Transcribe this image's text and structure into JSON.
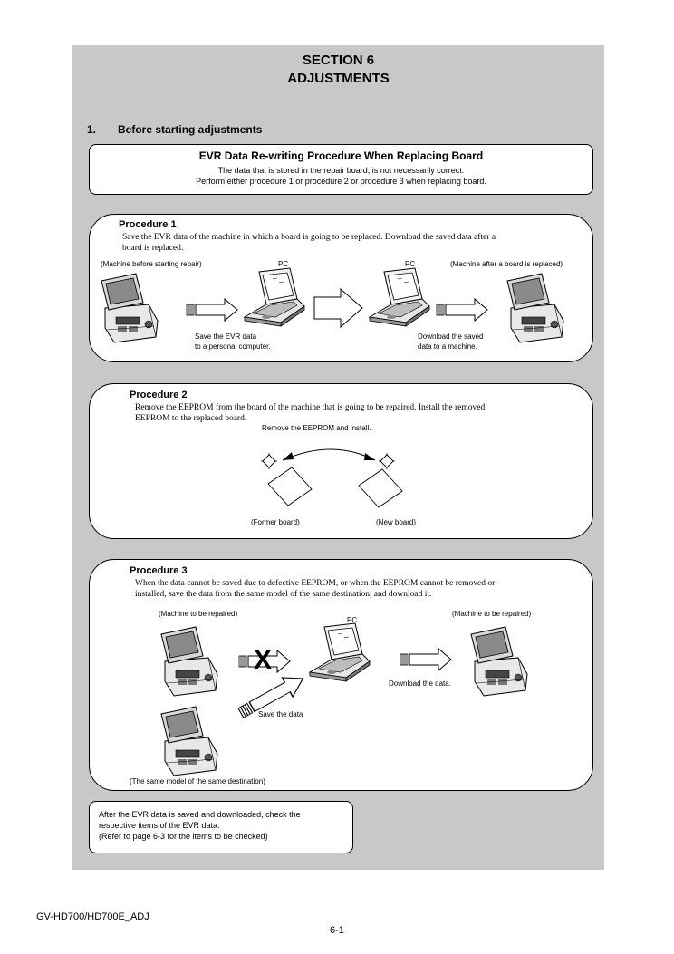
{
  "section": {
    "title": "SECTION 6",
    "subtitle": "ADJUSTMENTS"
  },
  "heading": {
    "number": "1.",
    "text": "Before starting adjustments"
  },
  "evr_box": {
    "title": "EVR Data Re-writing Procedure When Replacing Board",
    "line1": "The data that is stored in the repair board, is not necessarily correct.",
    "line2": "Perform either procedure 1 or procedure 2 or procedure 3 when replacing board."
  },
  "procedure1": {
    "title": "Procedure 1",
    "desc_line1": "Save the EVR data of the machine in which a board is going to be replaced.  Download the saved data after a",
    "desc_line2": "board is replaced.",
    "label_before": "(Machine before starting repair)",
    "label_pc1": "PC",
    "label_pc2": "PC",
    "label_after": "(Machine after a board is replaced)",
    "label_save1": "Save the EVR data",
    "label_save2": "to a personal computer.",
    "label_down1": "Download the saved",
    "label_down2": "data to a machine."
  },
  "procedure2": {
    "title": "Procedure 2",
    "desc_line1": "Remove the EEPROM from the board of the machine that is going to be repaired.  Install the removed",
    "desc_line2": "EEPROM to the replaced board.",
    "label_remove": "Remove the EEPROM and install.",
    "label_former": "(Former board)",
    "label_new": "(New board)"
  },
  "procedure3": {
    "title": "Procedure 3",
    "desc_line1": "When the data cannot be saved due to defective EEPROM, or when the EEPROM cannot be removed or",
    "desc_line2": "installed, save the data from the same model of the same destination, and download it.",
    "label_repair1": "(Machine to be repaired)",
    "label_pc": "PC",
    "label_repair2": "(Machine to be repaired)",
    "label_x": "X",
    "label_download": "Download the data.",
    "label_save": "Save the data",
    "label_same": "(The same model of the same destination)"
  },
  "note": {
    "line1": "After the EVR data is saved and downloaded, check the",
    "line2": "respective items of the EVR data.",
    "line3": "(Refer to page 6-3 for the items to be checked)"
  },
  "footer": {
    "model": "GV-HD700/HD700E_ADJ",
    "page": "6-1"
  }
}
